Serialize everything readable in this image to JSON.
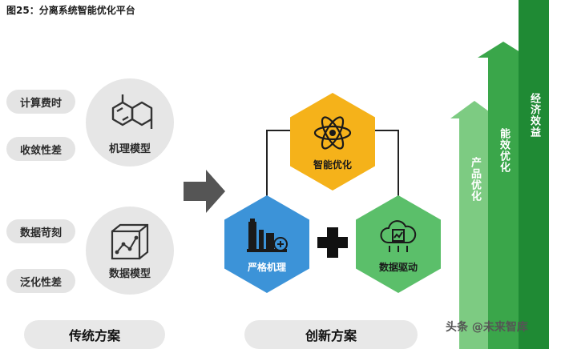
{
  "figure_title": "图25：分离系统智能优化平台",
  "traditional": {
    "pills": [
      "计算费时",
      "收敛性差",
      "数据苛刻",
      "泛化性差"
    ],
    "mechanism_model": "机理模型",
    "data_model": "数据模型",
    "footer": "传统方案"
  },
  "innovative": {
    "top_hex": "智能优化",
    "left_hex": "严格机理",
    "right_hex": "数据驱动",
    "footer": "创新方案"
  },
  "benefits": [
    "产品优化",
    "能效优化",
    "经济效益"
  ],
  "watermark": {
    "prefix": "头条",
    "account": "@未来智库"
  },
  "colors": {
    "yellow": "#f5b21a",
    "blue": "#3c93d8",
    "green": "#5bbf6a",
    "green_light": "#7dcb82",
    "green_mid": "#3aa64a",
    "green_dark": "#1f8a34",
    "gray_arrow": "#555555"
  }
}
